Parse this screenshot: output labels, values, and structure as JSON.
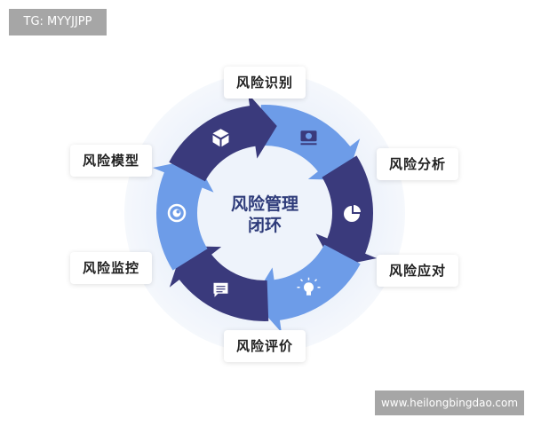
{
  "watermark_top": "TG: MYYJJPP",
  "watermark_bottom": "www.heilongbingdao.com",
  "center_title": [
    "风险管理",
    "闭环"
  ],
  "stages": [
    {
      "label": "风险识别",
      "icon": "monitor-icon"
    },
    {
      "label": "风险分析",
      "icon": "pie-chart-icon"
    },
    {
      "label": "风险应对",
      "icon": "lightbulb-icon"
    },
    {
      "label": "风险评价",
      "icon": "chat-icon"
    },
    {
      "label": "风险监控",
      "icon": "eye-icon"
    },
    {
      "label": "风险模型",
      "icon": "cube-icon"
    }
  ],
  "colors": {
    "dark": "#3a3a7c",
    "light": "#6d9ce8"
  }
}
